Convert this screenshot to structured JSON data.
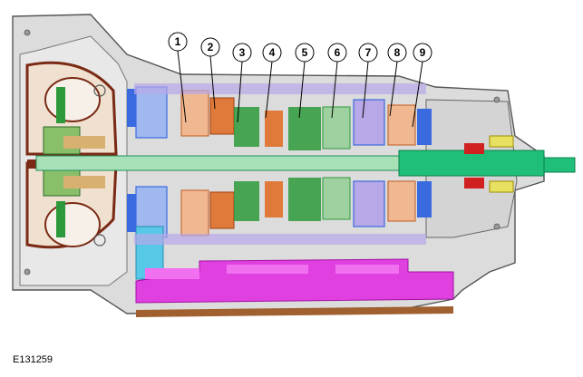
{
  "figure": {
    "id_label": "E131259"
  },
  "callouts": [
    {
      "number": "1"
    },
    {
      "number": "2"
    },
    {
      "number": "3"
    },
    {
      "number": "4"
    },
    {
      "number": "5"
    },
    {
      "number": "6"
    },
    {
      "number": "7"
    },
    {
      "number": "8"
    },
    {
      "number": "9"
    }
  ],
  "colors": {
    "housing_fill": "#dcdcdc",
    "housing_outline": "#555555",
    "torque_converter": "#7a2a14",
    "shaft_green": "#1fbf7a",
    "clutch_orange": "#e07a3a",
    "planetary_green": "#2c9a3a",
    "blue_parts": "#3a6adf",
    "valve_body_magenta": "#e040e0",
    "lavender": "#b8a8e8",
    "cyan": "#58c8e8",
    "red": "#d02020"
  }
}
